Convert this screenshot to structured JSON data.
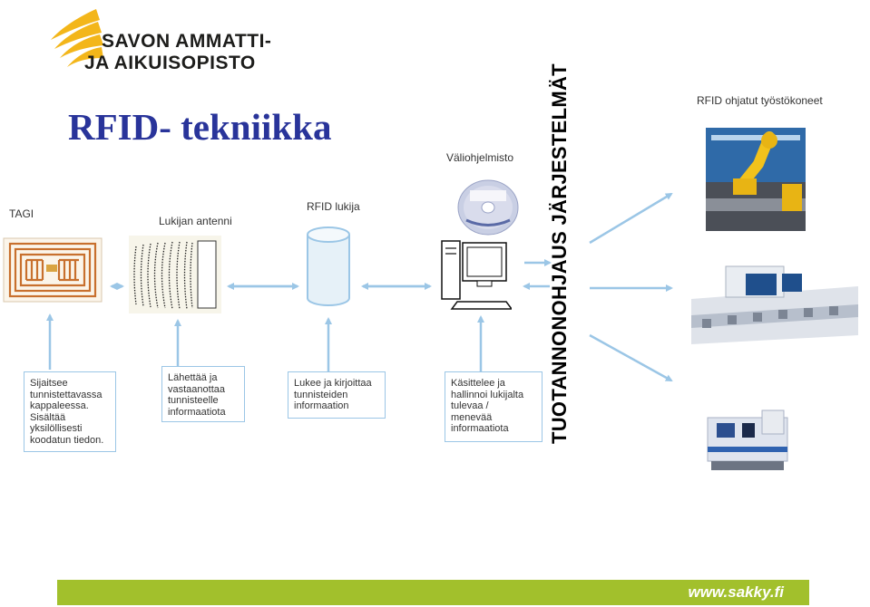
{
  "logo": {
    "line1": "SAVON AMMATTI-",
    "line2": "JA AIKUISOPISTO"
  },
  "title": "RFID- tekniikka",
  "labels": {
    "tagi": "TAGI",
    "antenni": "Lukijan antenni",
    "lukija": "RFID lukija",
    "valiohjelmisto": "Väliohjelmisto",
    "tyostokoneet": "RFID ohjatut työstökoneet"
  },
  "vertical_label": "TUOTANNONOHJAUS JÄRJESTELMÄT",
  "boxes": {
    "tagi": [
      "Sijaitsee",
      "tunnistettavassa",
      "kappaleessa.",
      "Sisältää",
      "yksilöllisesti",
      "koodatun tiedon."
    ],
    "antenni": [
      "Lähettää ja",
      "vastaanottaa",
      "tunnisteelle",
      "informaatiota"
    ],
    "lukija": [
      "Lukee ja kirjoittaa",
      "tunnisteiden",
      "informaation"
    ],
    "valiohjelmisto": [
      "Käsittelee ja",
      "hallinnoi lukijalta",
      "tulevaa /",
      "menevää",
      "informaatiota"
    ]
  },
  "footer": {
    "url": "www.sakky.fi"
  },
  "colors": {
    "title": "#29349a",
    "footer": "#a2c02c",
    "logo_wing": "#f3b61a",
    "arrow": "#9bc6e6",
    "box_border": "#9bc6e6"
  }
}
